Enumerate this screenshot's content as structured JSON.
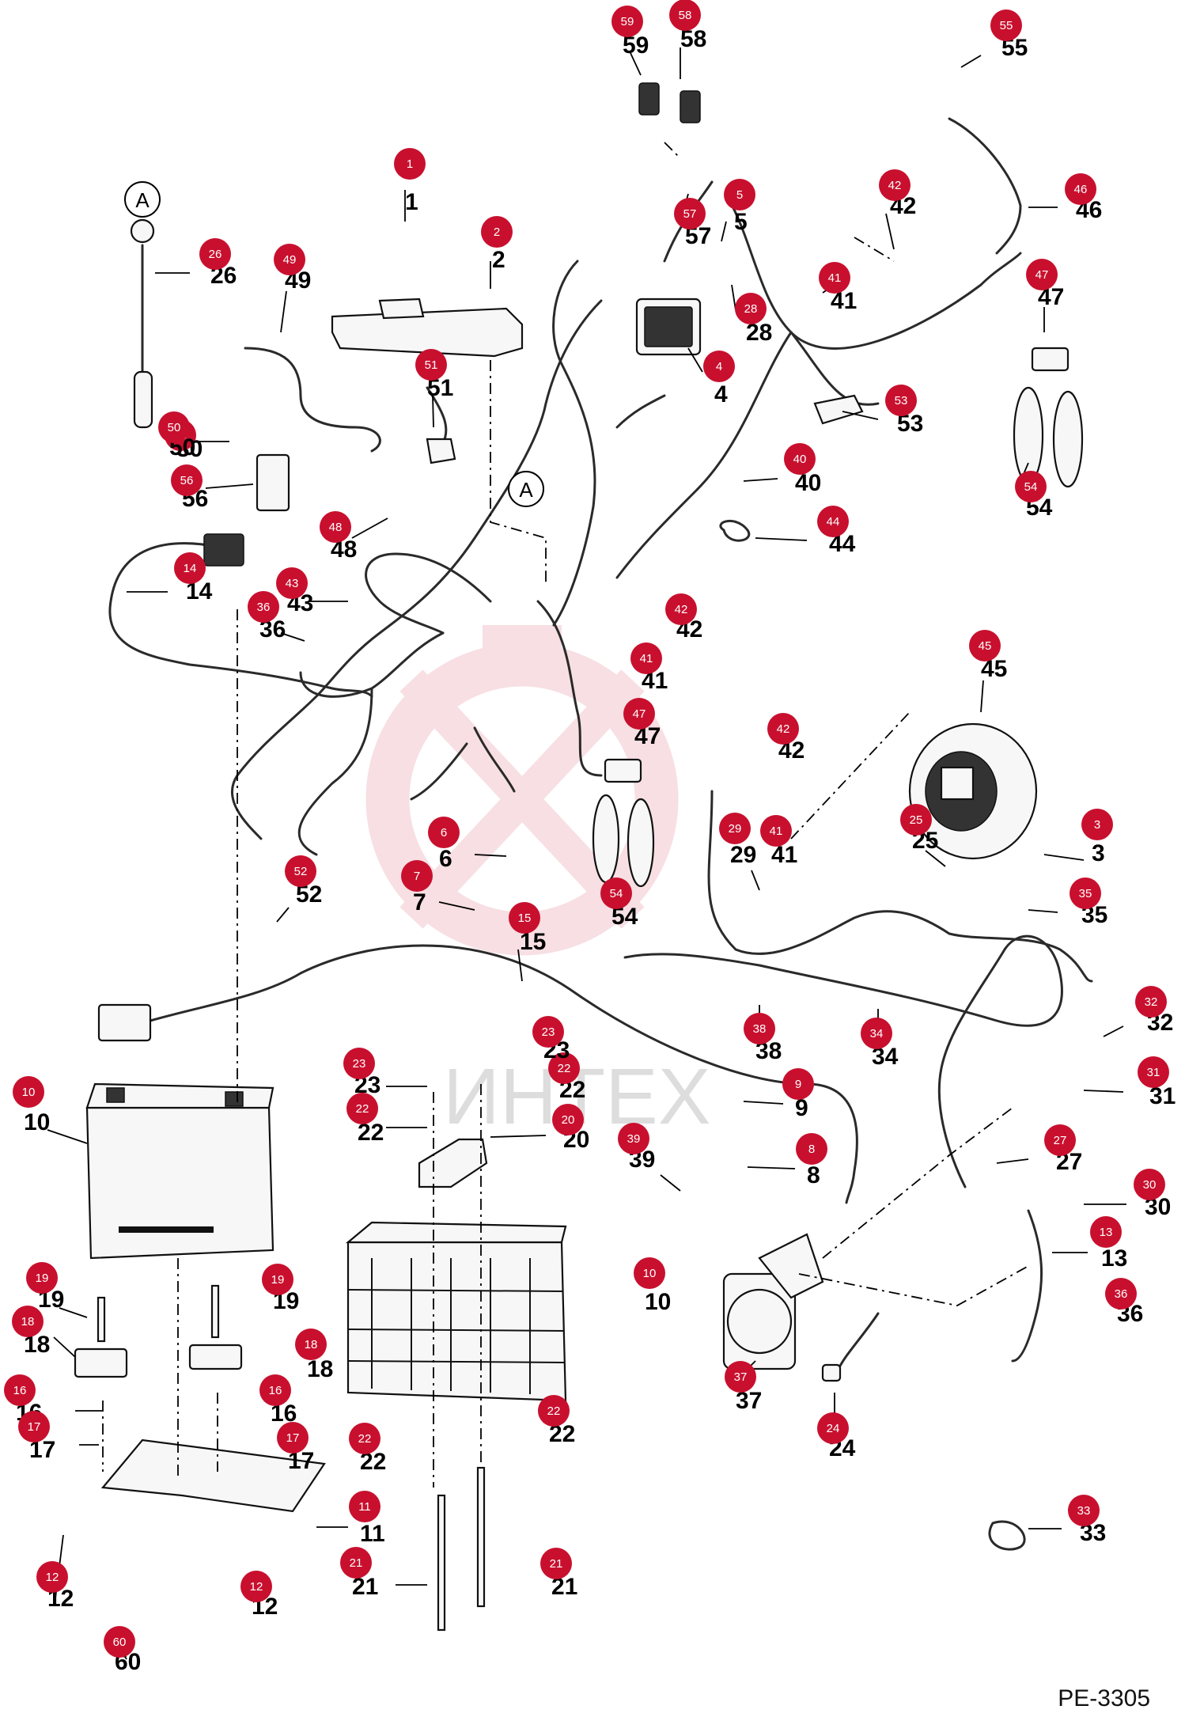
{
  "page_code": "PE-3305",
  "watermark": "ИНТЕХ",
  "view_marker": "A",
  "accent_color": "#c8102e",
  "callouts": [
    {
      "n": "1"
    },
    {
      "n": "2"
    },
    {
      "n": "3"
    },
    {
      "n": "4"
    },
    {
      "n": "5"
    },
    {
      "n": "6"
    },
    {
      "n": "7"
    },
    {
      "n": "8"
    },
    {
      "n": "9"
    },
    {
      "n": "10"
    },
    {
      "n": "11"
    },
    {
      "n": "12"
    },
    {
      "n": "13"
    },
    {
      "n": "14"
    },
    {
      "n": "15"
    },
    {
      "n": "16"
    },
    {
      "n": "17"
    },
    {
      "n": "18"
    },
    {
      "n": "19"
    },
    {
      "n": "20"
    },
    {
      "n": "21"
    },
    {
      "n": "22"
    },
    {
      "n": "23"
    },
    {
      "n": "24"
    },
    {
      "n": "25"
    },
    {
      "n": "26"
    },
    {
      "n": "27"
    },
    {
      "n": "28"
    },
    {
      "n": "29"
    },
    {
      "n": "30"
    },
    {
      "n": "31"
    },
    {
      "n": "32"
    },
    {
      "n": "33"
    },
    {
      "n": "34"
    },
    {
      "n": "35"
    },
    {
      "n": "36"
    },
    {
      "n": "37"
    },
    {
      "n": "38"
    },
    {
      "n": "39"
    },
    {
      "n": "40"
    },
    {
      "n": "41"
    },
    {
      "n": "42"
    },
    {
      "n": "43"
    },
    {
      "n": "44"
    },
    {
      "n": "45"
    },
    {
      "n": "46"
    },
    {
      "n": "47"
    },
    {
      "n": "48"
    },
    {
      "n": "49"
    },
    {
      "n": "50"
    },
    {
      "n": "51"
    },
    {
      "n": "52"
    },
    {
      "n": "53"
    },
    {
      "n": "54"
    },
    {
      "n": "55"
    },
    {
      "n": "56"
    },
    {
      "n": "57"
    },
    {
      "n": "58"
    },
    {
      "n": "59"
    },
    {
      "n": "60"
    }
  ]
}
